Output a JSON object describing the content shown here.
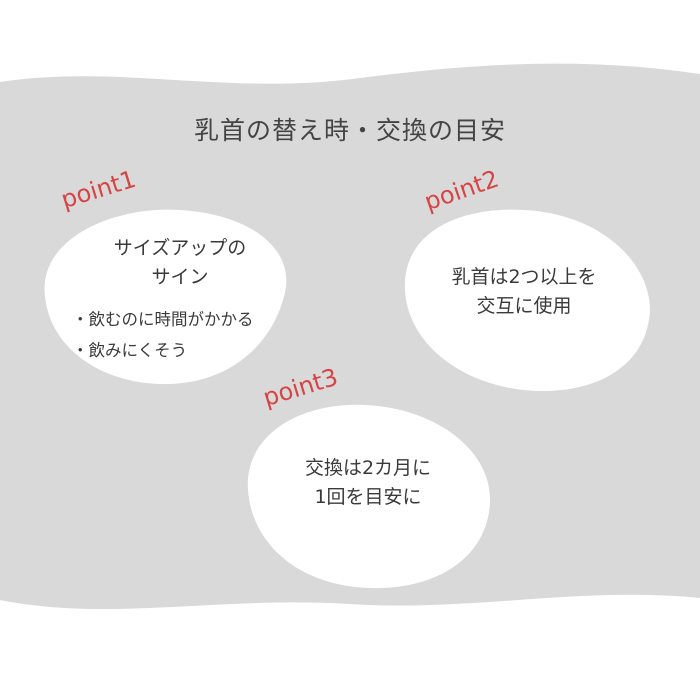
{
  "title": "乳首の替え時・交換の目安",
  "points": [
    {
      "label": "point1",
      "lines": [
        "サイズアップの",
        "サイン"
      ],
      "bullets": [
        "・飲むのに時間がかかる",
        "・飲みにくそう"
      ]
    },
    {
      "label": "point2",
      "lines": [
        "乳首は2つ以上を",
        "交互に使用"
      ]
    },
    {
      "label": "point3",
      "lines": [
        "交換は2カ月に",
        "1回を目安に"
      ]
    }
  ],
  "colors": {
    "band": "#d9d9d9",
    "accent": "#d64545",
    "blob": "#ffffff",
    "text": "#3a3a3a"
  }
}
